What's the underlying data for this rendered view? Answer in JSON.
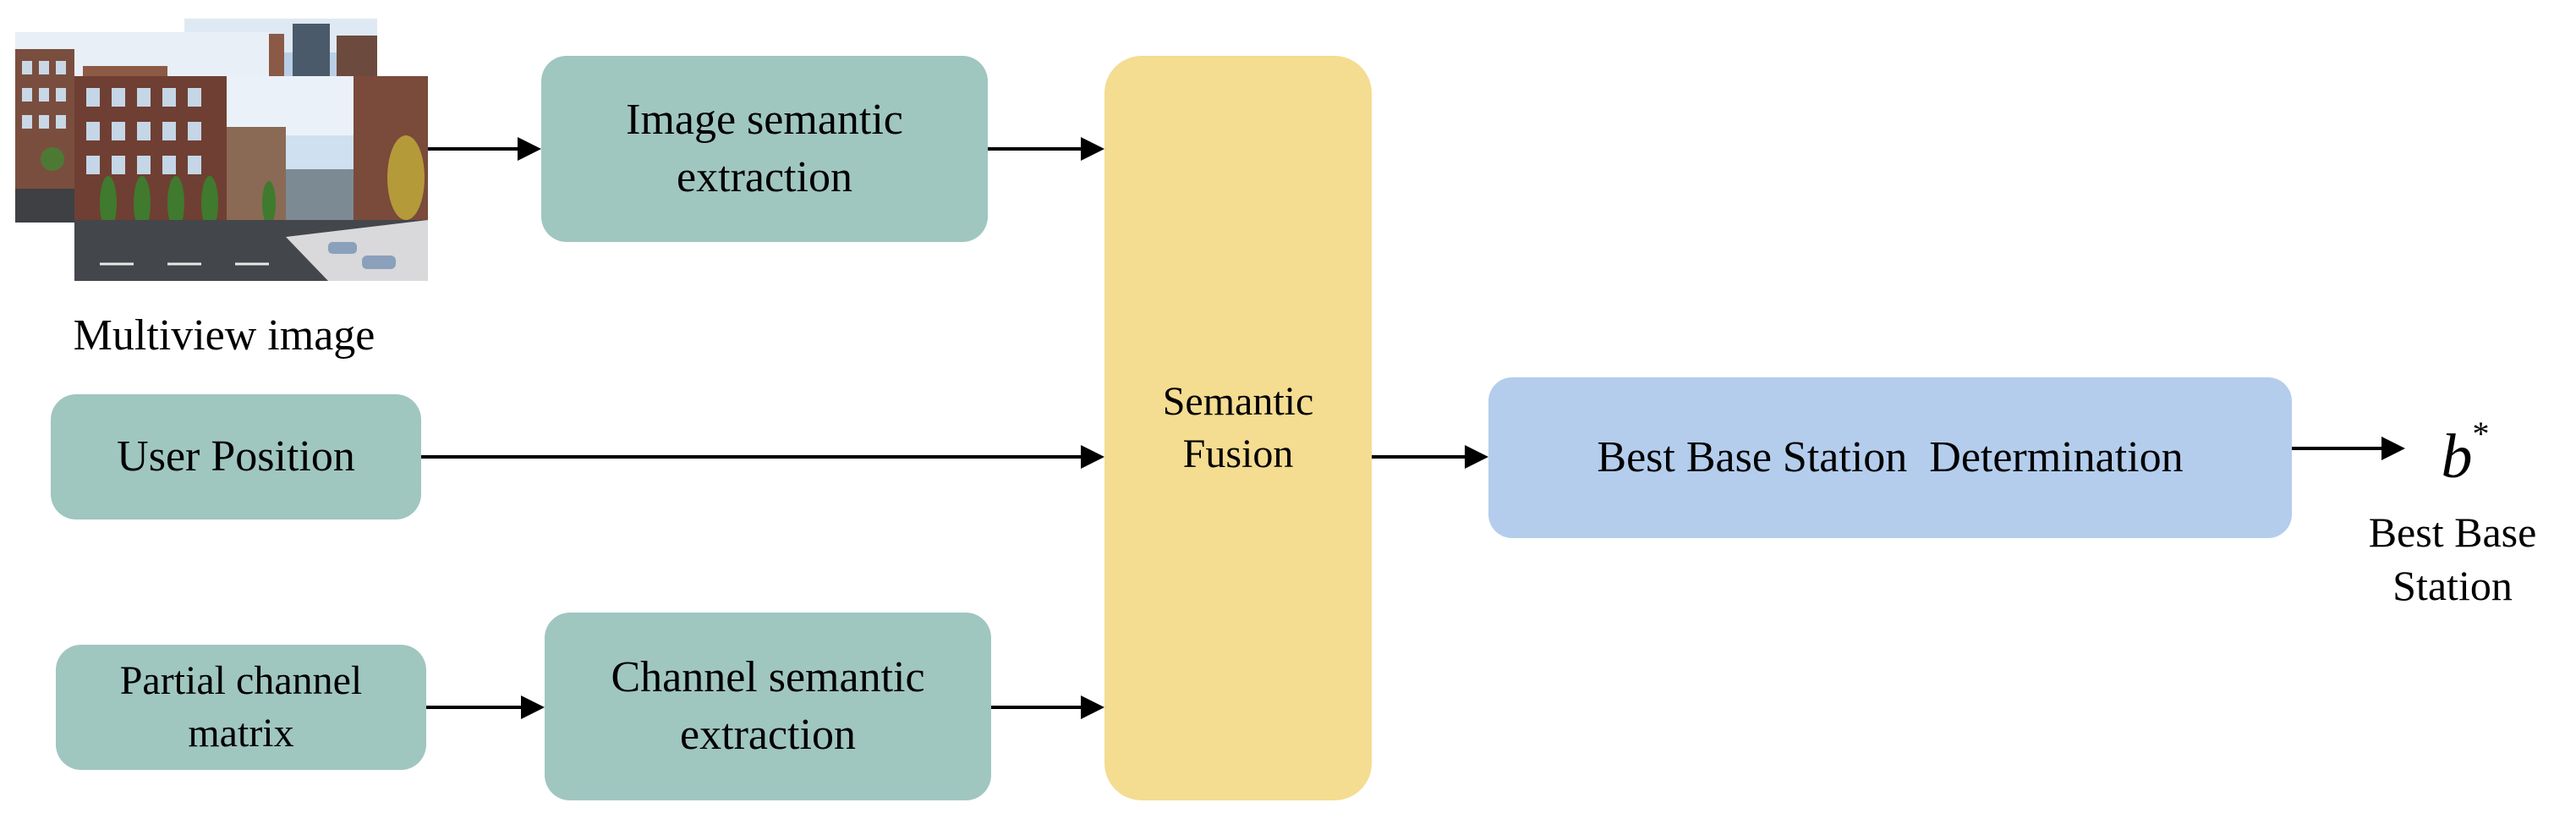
{
  "diagram": {
    "inputs": {
      "multiview_image_caption": "Multiview image",
      "user_position": "User Position",
      "partial_channel_matrix": {
        "line1": "Partial channel",
        "line2": "matrix"
      }
    },
    "processing": {
      "image_semantic_extraction": {
        "line1": "Image semantic",
        "line2": "extraction"
      },
      "channel_semantic_extraction": {
        "line1": "Channel semantic",
        "line2": "extraction"
      },
      "semantic_fusion": {
        "line1": "Semantic",
        "line2": "Fusion"
      },
      "best_base_station_determination": "Best Base Station  Determination"
    },
    "output": {
      "symbol": "b",
      "superscript": "*",
      "caption_line1": "Best Base",
      "caption_line2": "Station"
    }
  },
  "colors": {
    "teal_box": "#a0c6c0",
    "fusion_box": "#f4dc91",
    "decision_box": "#b4cdec",
    "arrow": "#000000"
  }
}
